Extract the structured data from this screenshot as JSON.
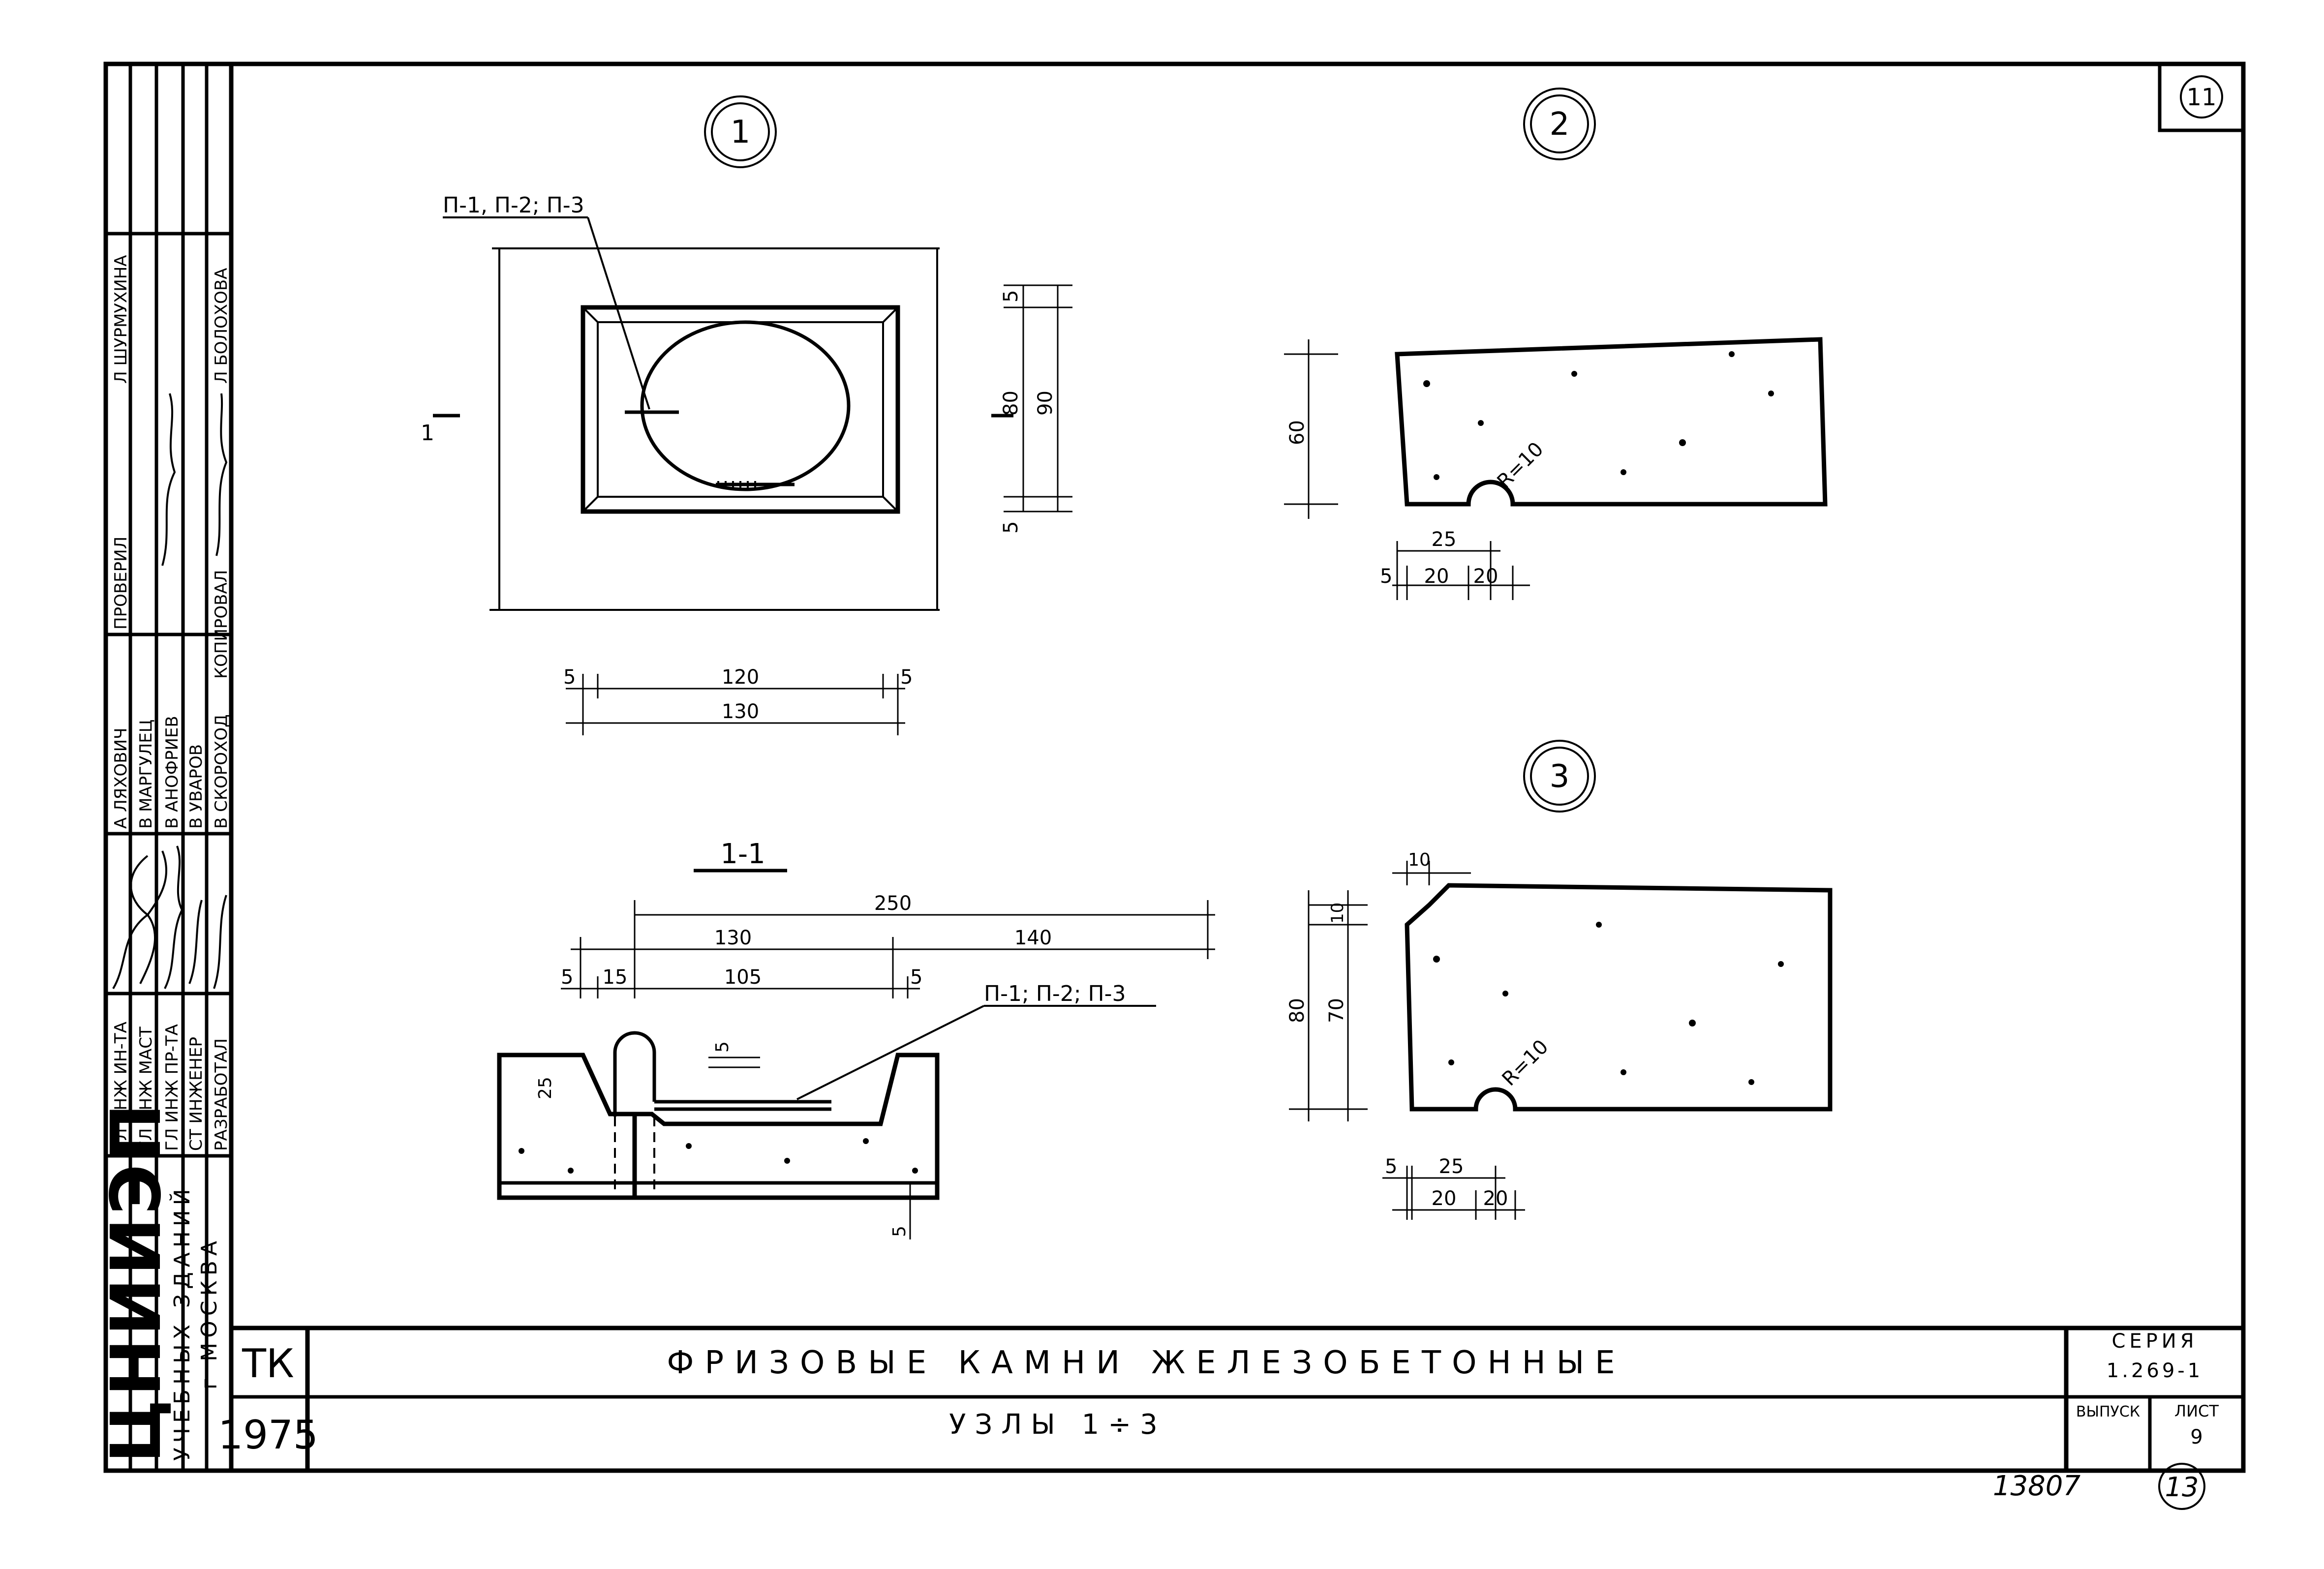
{
  "sheet_corner_number": "11",
  "bottom_note": {
    "archive_number": "13807",
    "page_number": "13"
  },
  "title_block": {
    "type_code": "ТК",
    "year": "1975",
    "title": "ФРИЗОВЫЕ КАМНИ ЖЕЛЕЗОБЕТОННЫЕ",
    "subtitle": "УЗЛЫ 1÷3",
    "series_label": "СЕРИЯ",
    "series_value": "1.269-1",
    "issue_label": "ВЫПУСК",
    "sheet_label": "ЛИСТ",
    "sheet_value": "9"
  },
  "organization": {
    "name": "ЦНИИЭП",
    "subtitle": "УЧЕБНЫХ ЗДАНИЙ",
    "city": "г МОСКВА"
  },
  "signature_table": {
    "roles": [
      "ГЛ ИНЖ ИН-ТА",
      "ГЛ ИНЖ МАСТ",
      "ГЛ ИНЖ ПР-ТА",
      "СТ ИНЖЕНЕР",
      "РАЗРАБОТАЛ"
    ],
    "names": [
      "А ЛЯХОВИЧ",
      "В МАРГУЛЕЦ",
      "В АНОФРИЕВ",
      "В УВАРОВ",
      "В СКОРОХОД"
    ],
    "check_roles": [
      "ПРОВЕРИЛ",
      "КОПИРОВАЛ"
    ],
    "check_names": [
      "Л ШУРМУХИНА",
      "Л БОЛОХОВА"
    ]
  },
  "detail_1": {
    "number": "1",
    "leader_label": "П-1, П-2; П-3",
    "section_mark": "1",
    "dims_vertical": [
      "5",
      "80",
      "90",
      "5"
    ],
    "dims_horizontal": [
      "5",
      "120",
      "5",
      "130"
    ]
  },
  "detail_2": {
    "number": "2",
    "height": "60",
    "radius": "R=10",
    "dims": [
      "25",
      "5",
      "20",
      "20"
    ]
  },
  "detail_3": {
    "number": "3",
    "top_dim": "10",
    "dims_vertical": [
      "80",
      "10",
      "70"
    ],
    "radius": "R=10",
    "dims": [
      "5",
      "25",
      "20",
      "20"
    ]
  },
  "section_1_1": {
    "label": "1-1",
    "leader_label": "П-1; П-2; П-3",
    "dims_top": [
      "250",
      "130",
      "140"
    ],
    "dims_mid": [
      "5",
      "15",
      "105",
      "5"
    ],
    "dim_groove": "5",
    "dim_side": "25",
    "dim_bottom": "5"
  }
}
